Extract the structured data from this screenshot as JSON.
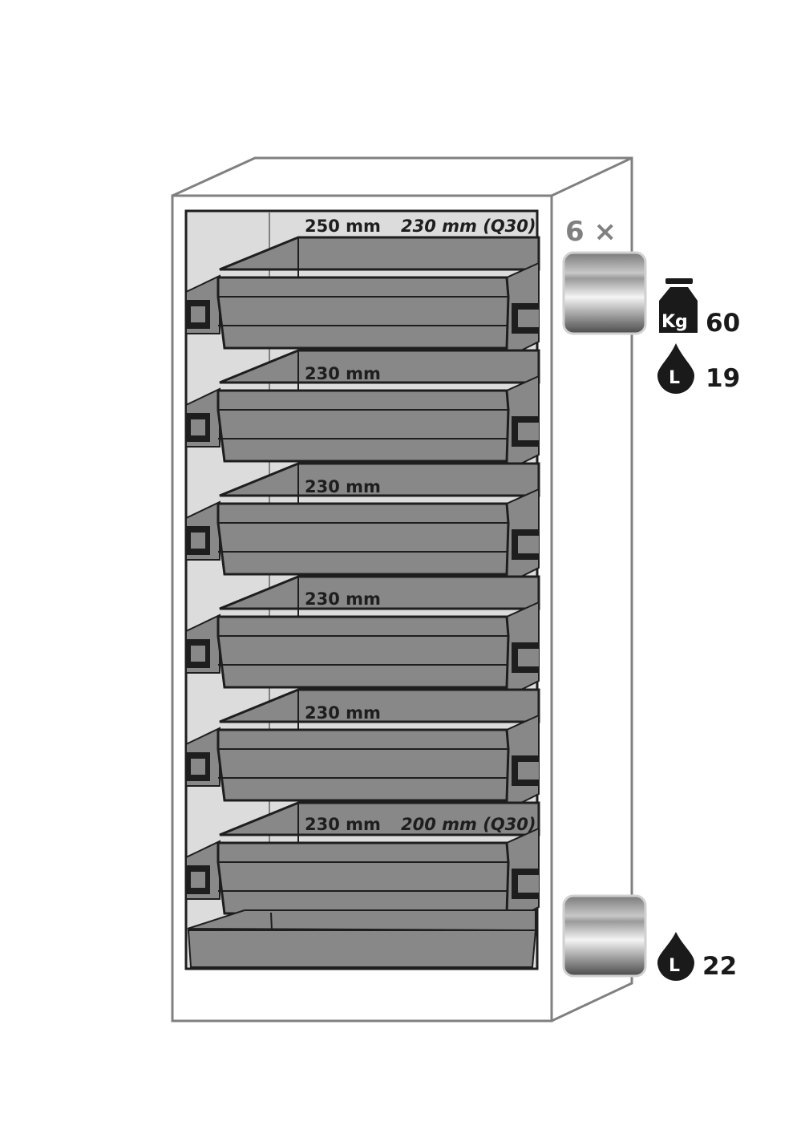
{
  "diagram": {
    "type": "cabinet-drawer-configuration",
    "drawers": [
      {
        "index": 1,
        "height_label": "250 mm",
        "alt_label": "230 mm (Q30)"
      },
      {
        "index": 2,
        "height_label": "230 mm",
        "alt_label": ""
      },
      {
        "index": 3,
        "height_label": "230 mm",
        "alt_label": ""
      },
      {
        "index": 4,
        "height_label": "230 mm",
        "alt_label": ""
      },
      {
        "index": 5,
        "height_label": "230 mm",
        "alt_label": ""
      },
      {
        "index": 6,
        "height_label": "230 mm",
        "alt_label": "200 mm (Q30)"
      }
    ],
    "drawer_count_label": "6 ×",
    "top_module": {
      "weight_icon": "weight-kg-icon",
      "weight_icon_text": "Kg",
      "weight_value": "60",
      "volume_icon": "liquid-drop-icon",
      "volume_icon_text": "L",
      "volume_value": "19"
    },
    "bottom_module": {
      "volume_icon": "liquid-drop-icon",
      "volume_icon_text": "L",
      "volume_value": "22"
    },
    "colors": {
      "outline": "#808080",
      "frame": "#1e1e1e",
      "interior": "#dcdcdc",
      "drawer": "#888888",
      "text": "#1e1e1e",
      "qty_text": "#808080"
    }
  }
}
